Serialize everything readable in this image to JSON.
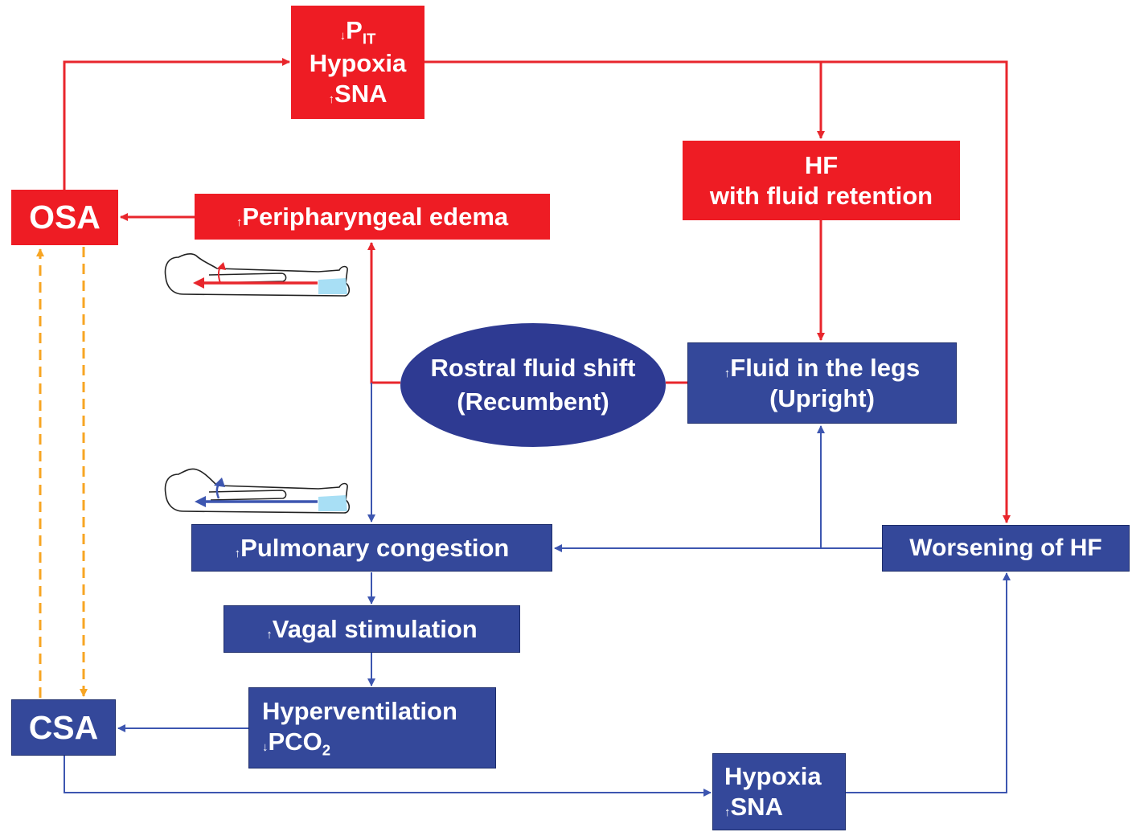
{
  "colors": {
    "red_box": "#ee1c24",
    "blue_box": "#34489a",
    "ellipse": "#2e3a92",
    "red_line": "#e8262c",
    "blue_line": "#3d56b0",
    "dashed_line": "#f7a523",
    "leg_fluid": "#a8dff5"
  },
  "nodes": {
    "top": {
      "arrow_down": "↓",
      "p": "P",
      "p_sub": "IT",
      "line2": "Hypoxia",
      "arrow_up": "↑",
      "line3": "SNA"
    },
    "osa": {
      "label": "OSA"
    },
    "peripharyngeal": {
      "arrow_up": "↑",
      "label": "Peripharyngeal edema"
    },
    "hf": {
      "line1": "HF",
      "line2": "with fluid retention"
    },
    "rostral": {
      "line1": "Rostral fluid shift",
      "line2": "(Recumbent)"
    },
    "fluid_legs": {
      "arrow_up": "↑",
      "line1": "Fluid in the legs",
      "line2": "(Upright)"
    },
    "pulmonary": {
      "arrow_up": "↑",
      "label": "Pulmonary congestion"
    },
    "worsening": {
      "label": "Worsening of HF"
    },
    "vagal": {
      "arrow_up": "↑",
      "label": "Vagal stimulation"
    },
    "hyperventilation": {
      "line1": "Hyperventilation",
      "arrow_down": "↓",
      "pco": "PCO",
      "pco_sub": "2"
    },
    "csa": {
      "label": "CSA"
    },
    "bottom": {
      "line1": "Hypoxia",
      "arrow_up": "↑",
      "line2": "SNA"
    }
  },
  "figures": {
    "recumbent_red": {
      "icon": "recumbent-person-red-arrow"
    },
    "recumbent_blue": {
      "icon": "recumbent-person-blue-arrow"
    }
  }
}
